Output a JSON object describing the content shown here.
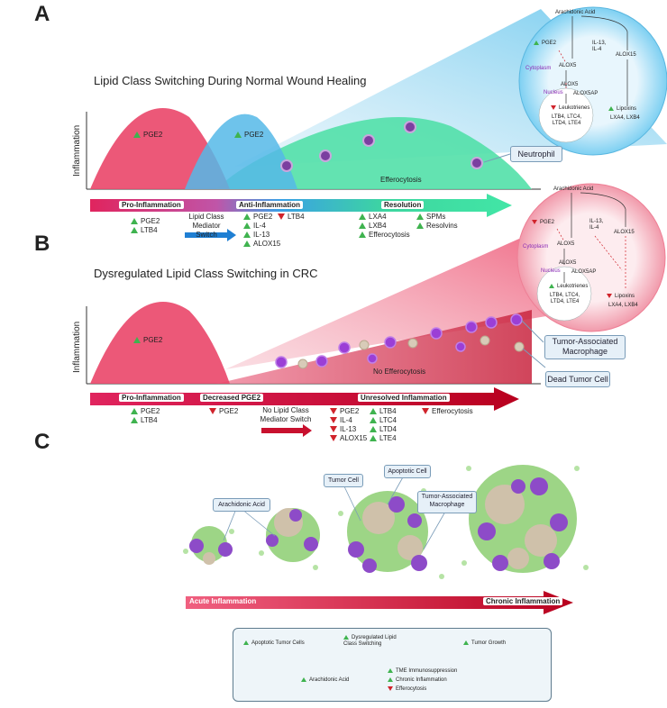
{
  "panels": {
    "a": {
      "letter": "A",
      "title": "Lipid Class Switching During Normal Wound Healing",
      "y_label": "Inflammation",
      "peak1_label": "PGE2",
      "peak2_label": "PGE2",
      "efferocytosis_label": "Efferocytosis",
      "neutrophil_callout": "Neutrophil",
      "arrow_labels": [
        "Pro-Inflammation",
        "Anti-Inflammation",
        "Resolution"
      ],
      "col1": [
        "PGE2",
        "LTB4"
      ],
      "mediator_switch": "Lipid Class\nMediator Switch",
      "col2": [
        "PGE2",
        "IL-4",
        "IL-13",
        "ALOX15"
      ],
      "col2_down": "LTB4",
      "col3": [
        "LXA4",
        "LXB4",
        "Efferocytosis"
      ],
      "col4": [
        "SPMs",
        "Resolvins"
      ],
      "circle": {
        "arachidonic": "Arachidonic Acid",
        "pge2": "PGE2",
        "il": "IL-13,\nIL-4",
        "alox15": "ALOX15",
        "alox5": "ALOX5",
        "cytoplasm": "Cytoplasm",
        "nucleus": "Nucleus",
        "alox5n": "ALOX5",
        "alox5ap": "ALOX5AP",
        "leukotrienes": "Leukotrienes",
        "lt_list": "LTB4, LTC4,\nLTD4, LTE4",
        "lipoxins": "Lipoxins",
        "lx_list": "LXA4, LXB4"
      }
    },
    "b": {
      "letter": "B",
      "title": "Dysregulated Lipid Class Switching in CRC",
      "y_label": "Inflammation",
      "peak_label": "PGE2",
      "no_efferocytosis": "No Efferocytosis",
      "tam_callout": "Tumor-Associated\nMacrophage",
      "dead_callout": "Dead Tumor Cell",
      "arrow_labels": [
        "Pro-Inflammation",
        "Decreased PGE2",
        "Unresolved Inflammation"
      ],
      "col1": [
        "PGE2",
        "LTB4"
      ],
      "col2_down": "PGE2",
      "no_switch": "No Lipid Class\nMediator Switch",
      "col3_down": [
        "PGE2",
        "IL-4",
        "IL-13",
        "ALOX15"
      ],
      "col4": [
        "LTB4",
        "LTC4",
        "LTD4",
        "LTE4"
      ],
      "col5_down": "Efferocytosis",
      "circle": {
        "arachidonic": "Arachidonic Acid",
        "pge2": "PGE2",
        "il": "IL-13,\nIL-4",
        "alox15": "ALOX15",
        "alox5": "ALOX5",
        "cytoplasm": "Cytoplasm",
        "nucleus": "Nucleus",
        "alox5n": "ALOX5",
        "alox5ap": "ALOX5AP",
        "leukotrienes": "Leukotrienes",
        "lt_list": "LTB4, LTC4,\nLTD4, LTE4",
        "lipoxins": "Lipoxins",
        "lx_list": "LXA4, LXB4"
      }
    },
    "c": {
      "letter": "C",
      "callouts": {
        "arachidonic": "Arachidonic Acid",
        "tumor": "Tumor Cell",
        "apoptotic": "Apoptotic Cell",
        "tam": "Tumor-Associated\nMacrophage"
      },
      "arrow_left": "Acute Inflammation",
      "arrow_right": "Chronic Inflammation",
      "cycle": {
        "apoptotic_tumor": "Apoptotic Tumor Cells",
        "arachidonic": "Arachidonic Acid",
        "dysregulated": "Dysregulated Lipid\nClass Switching",
        "tme": "TME Immunosuppression",
        "chronic": "Chronic Inflammation",
        "efferocytosis": "Efferocytosis",
        "growth": "Tumor Growth"
      }
    }
  },
  "colors": {
    "pink": "#e8506f",
    "blue": "#4fb8e6",
    "green": "#4fdca4",
    "red": "#c8102e",
    "up": "#3fb34f",
    "down": "#d0232b"
  }
}
